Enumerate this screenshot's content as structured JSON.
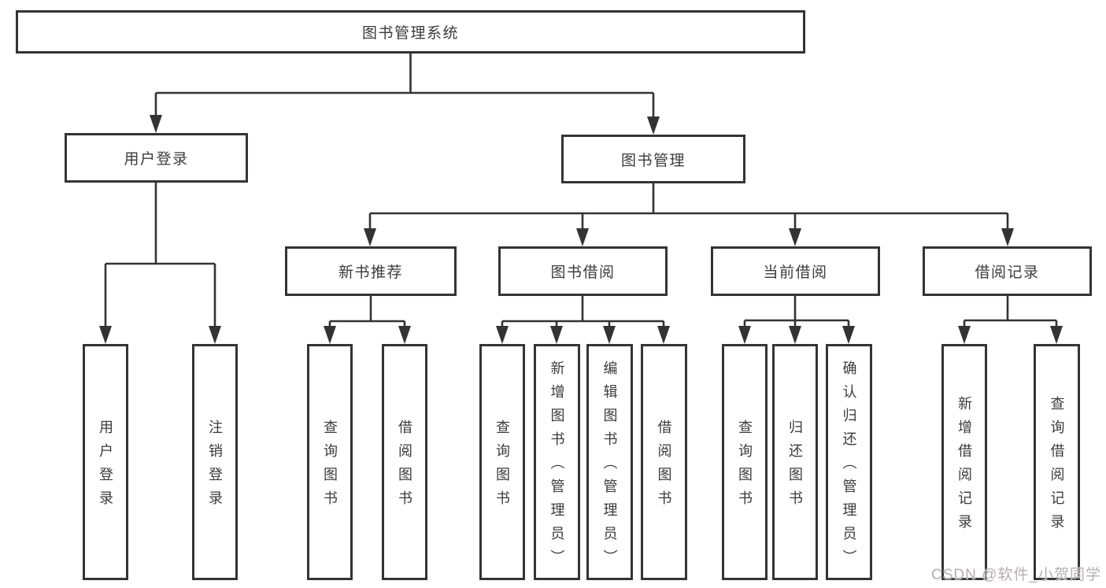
{
  "watermark": {
    "text": "CSDN @软件_小贺同学"
  },
  "colors": {
    "line": "#333333",
    "box_border": "#343434",
    "text": "#3b3b3b",
    "watermark": "#b2aaad"
  },
  "tree": {
    "label": "图书管理系统",
    "children": [
      {
        "label": "用户登录",
        "children": [
          {
            "label": "用户登录"
          },
          {
            "label": "注销登录"
          }
        ]
      },
      {
        "label": "图书管理",
        "children": [
          {
            "label": "新书推荐",
            "children": [
              {
                "label": "查询图书"
              },
              {
                "label": "借阅图书"
              }
            ]
          },
          {
            "label": "图书借阅",
            "children": [
              {
                "label": "查询图书"
              },
              {
                "label": "新增图书（管理员）"
              },
              {
                "label": "编辑图书（管理员）"
              },
              {
                "label": "借阅图书"
              }
            ]
          },
          {
            "label": "当前借阅",
            "children": [
              {
                "label": "查询图书"
              },
              {
                "label": "归还图书"
              },
              {
                "label": "确认归还（管理员）"
              }
            ]
          },
          {
            "label": "借阅记录",
            "children": [
              {
                "label": "新增借阅记录"
              },
              {
                "label": "查询借阅记录"
              }
            ]
          }
        ]
      }
    ]
  }
}
